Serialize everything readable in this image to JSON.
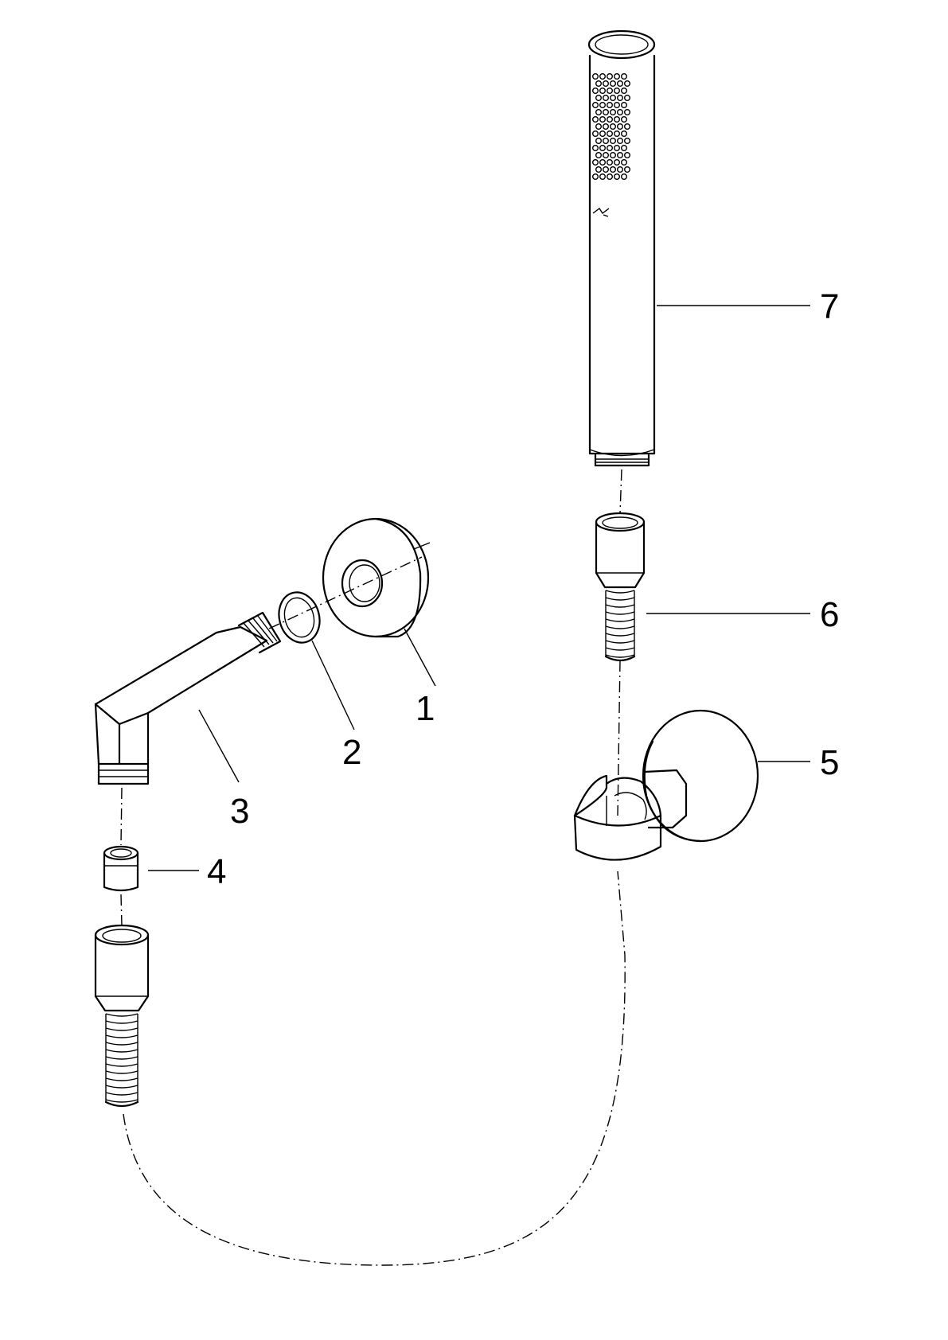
{
  "diagram": {
    "parts": [
      {
        "id": "1",
        "label": "1"
      },
      {
        "id": "2",
        "label": "2"
      },
      {
        "id": "3",
        "label": "3"
      },
      {
        "id": "4",
        "label": "4"
      },
      {
        "id": "5",
        "label": "5"
      },
      {
        "id": "6",
        "label": "6"
      },
      {
        "id": "7",
        "label": "7"
      }
    ]
  }
}
